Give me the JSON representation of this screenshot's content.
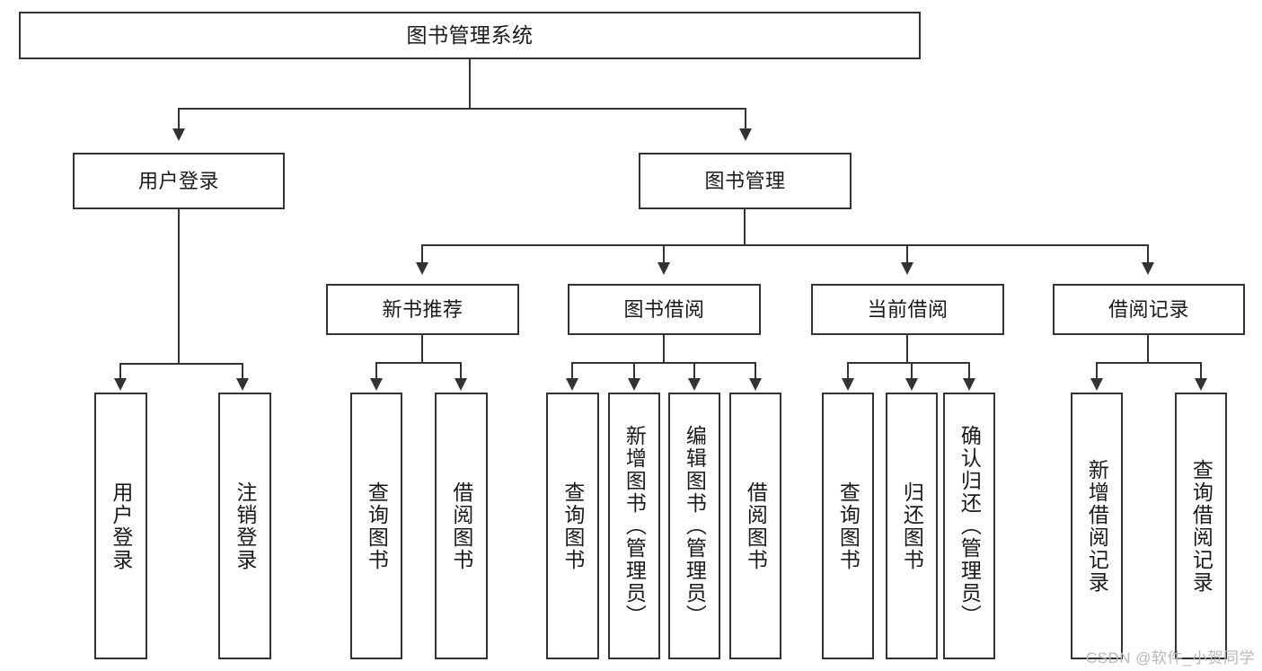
{
  "diagram": {
    "title": "图书管理系统",
    "type": "tree",
    "watermark": "CSDN @软件_小贺同学",
    "colors": {
      "border": "#333333",
      "background": "#ffffff",
      "text": "#1a1a1a",
      "watermark": "#b8b8b8"
    },
    "levels": {
      "root": {
        "label": "图书管理系统"
      },
      "level2": [
        {
          "label": "用户登录"
        },
        {
          "label": "图书管理"
        }
      ],
      "level3": [
        {
          "label": "新书推荐"
        },
        {
          "label": "图书借阅"
        },
        {
          "label": "当前借阅"
        },
        {
          "label": "借阅记录"
        }
      ],
      "leaves": {
        "user_login": [
          {
            "label": "用户登录"
          },
          {
            "label": "注销登录"
          }
        ],
        "new_book_recommend": [
          {
            "label": "查询图书"
          },
          {
            "label": "借阅图书"
          }
        ],
        "book_borrow": [
          {
            "label": "查询图书"
          },
          {
            "label": "新增图书（管理员）"
          },
          {
            "label": "编辑图书（管理员）"
          },
          {
            "label": "借阅图书"
          }
        ],
        "current_borrow": [
          {
            "label": "查询图书"
          },
          {
            "label": "归还图书"
          },
          {
            "label": "确认归还（管理员）"
          }
        ],
        "borrow_record": [
          {
            "label": "新增借阅记录"
          },
          {
            "label": "查询借阅记录"
          }
        ]
      }
    }
  }
}
